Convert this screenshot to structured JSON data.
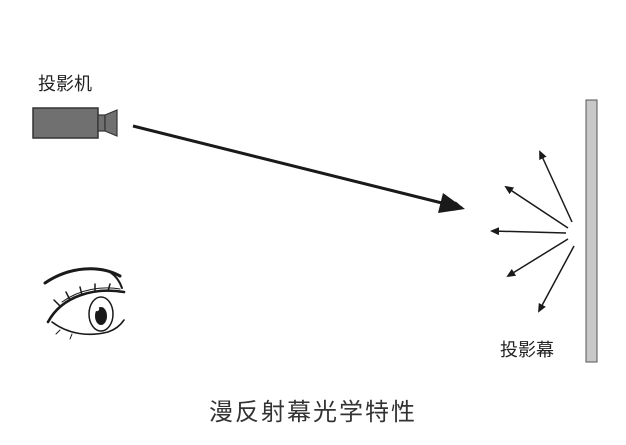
{
  "labels": {
    "projector": "投影机",
    "screen": "投影幕",
    "caption": "漫反射幕光学特性"
  },
  "colors": {
    "projector_body": "#707070",
    "screen_fill": "#c8c8c8",
    "stroke": "#1a1a1a"
  },
  "icons": {
    "projector": "projector-icon",
    "eye": "eye-icon"
  }
}
